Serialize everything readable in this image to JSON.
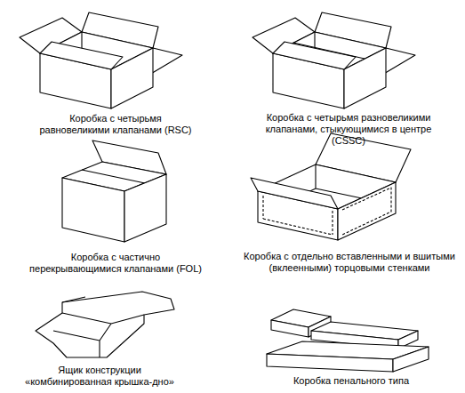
{
  "diagram": {
    "labels": [
      "Коробка с четырьмя равновеликими клапанами (RSC)",
      "Коробка с четырьмя разновеликими клапанами, стыкующимися в центре (CSSC)",
      "Коробка с частично перекрывающимися клапанами (FOL)",
      "Коробка с отдельно вставленными и вшитыми (вклеенными) торцовыми стенками",
      "Ящик конструкции «комбинированная крышка-дно»",
      "Коробка пенального типа"
    ]
  }
}
